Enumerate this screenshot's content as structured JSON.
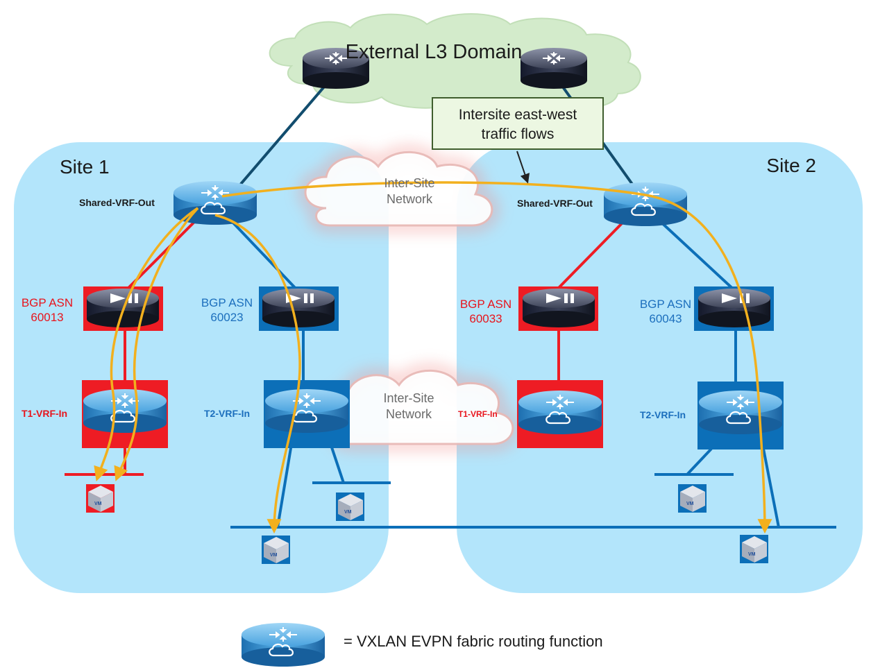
{
  "colors": {
    "site_bg": "#b3e5fb",
    "cloud_green": "#d3ebcb",
    "tenant1_red": "#ee1c24",
    "tenant2_blue": "#0c6fb8",
    "flow_orange": "#f2b01e",
    "link_dark": "#124d6e",
    "text_red": "#e8141c",
    "text_blue": "#1c6fbd",
    "callout_bg": "#ecf7e2",
    "callout_border": "#3f5e2d"
  },
  "external_domain": {
    "label": "External L3 Domain"
  },
  "callout": {
    "line1": "Intersite east-west",
    "line2": "traffic flows"
  },
  "inter_site_top": {
    "line1": "Inter-Site",
    "line2": "Network"
  },
  "inter_site_mid": {
    "line1": "Inter-Site",
    "line2": "Network"
  },
  "site1": {
    "title": "Site 1",
    "shared_label": "Shared-VRF-Out",
    "bgp_t1": {
      "line1": "BGP ASN",
      "line2": "60013"
    },
    "bgp_t2": {
      "line1": "BGP ASN",
      "line2": "60023"
    },
    "vrf_t1": "T1-VRF-In",
    "vrf_t2": "T2-VRF-In"
  },
  "site2": {
    "title": "Site 2",
    "shared_label": "Shared-VRF-Out",
    "bgp_t1": {
      "line1": "BGP ASN",
      "line2": "60033"
    },
    "bgp_t2": {
      "line1": "BGP ASN",
      "line2": "60043"
    },
    "vrf_t1": "T1-VRF-In",
    "vrf_t2": "T2-VRF-In"
  },
  "vm_label": "VM",
  "legend": {
    "text": "= VXLAN EVPN fabric routing function"
  },
  "icons": {
    "router": "router-icon",
    "fabric_router": "fabric-router-icon",
    "firewall": "firewall-icon",
    "vm": "vm-icon",
    "cloud": "cloud-icon"
  }
}
